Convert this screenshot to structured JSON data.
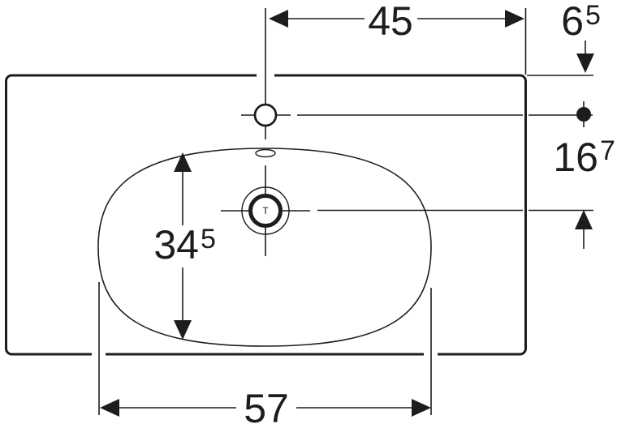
{
  "drawing": {
    "subject": "washbasin-top-view-dimension-drawing",
    "background": "#ffffff",
    "line_color": "#1d1d1b"
  },
  "dims": {
    "faucet_to_right_edge": {
      "value": "45"
    },
    "rear_edge_to_faucet": {
      "value": "6",
      "sup": "5"
    },
    "faucet_to_drain": {
      "value": "16",
      "sup": "7"
    },
    "basin_front_to_back": {
      "value": "34",
      "sup": "5"
    },
    "basin_width": {
      "value": "57"
    },
    "drain_mark": "T"
  }
}
